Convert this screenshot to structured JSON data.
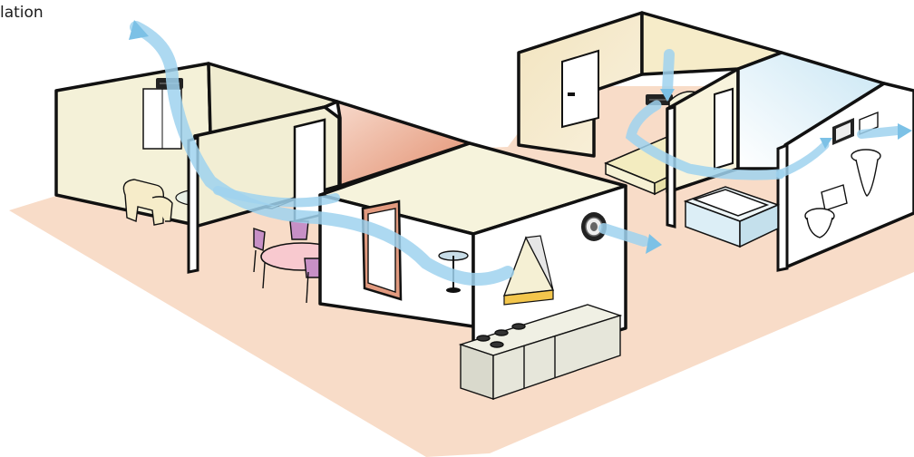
{
  "caption": "lation",
  "colors": {
    "floor": "#f8dcc8",
    "wall_cream": "#f4f1d8",
    "wall_terracotta": "#e8a489",
    "wall_tan": "#efd9a8",
    "wall_blue": "#dceef6",
    "air_flow": "#9fd2ee",
    "outline": "#111111"
  },
  "rooms": [
    {
      "name": "living-room",
      "label": ""
    },
    {
      "name": "dining-area",
      "label": ""
    },
    {
      "name": "kitchen",
      "label": ""
    },
    {
      "name": "bedroom",
      "label": ""
    },
    {
      "name": "bathroom",
      "label": ""
    }
  ],
  "icons": [
    "air-inlet-vent-icon",
    "extract-vent-icon",
    "armchair-icon",
    "sofa-icon",
    "floor-lamp-icon",
    "dining-table-icon",
    "kitchen-hood-icon",
    "cooker-icon",
    "bed-icon",
    "bathtub-icon",
    "toilet-icon",
    "washbasin-icon",
    "air-flow-arrow-icon"
  ]
}
